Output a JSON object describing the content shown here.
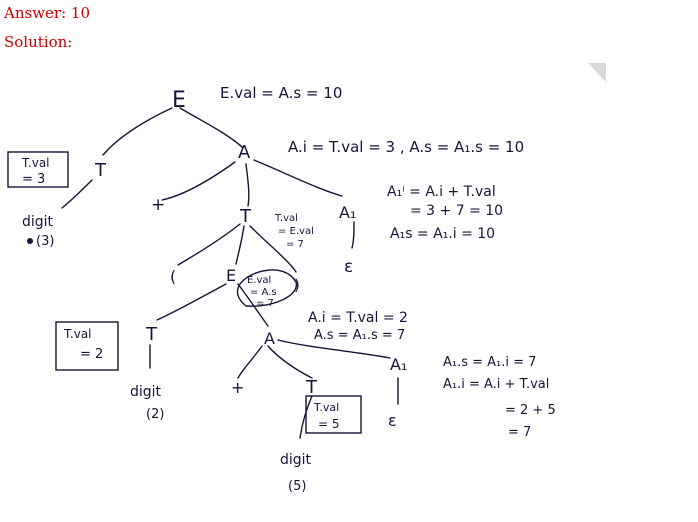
{
  "header": {
    "answer": "Answer: 10",
    "solution": "Solution:"
  },
  "tree": {
    "nodes": {
      "E_root": "E",
      "T_left": "T",
      "A_top": "A",
      "A1_top": "A₁",
      "plus_1": "+",
      "T_mid": "T",
      "eps_1": "ε",
      "digit_3": "digit",
      "digit_3_val": "(3)",
      "E_inner": "E",
      "T_low": "T",
      "A_low": "A",
      "plus_2": "+",
      "T_bottom": "T",
      "A1_low": "A₁",
      "eps_2": "ε",
      "digit_2": "digit",
      "digit_2_val": "(2)",
      "digit_5": "digit",
      "digit_5_val": "(5)",
      "paren_open": "(",
      "paren_close": ")"
    },
    "notes": {
      "root": "E.val = A.s = 10",
      "a_top": "A.i = T.val = 3 , A.s = A₁.s = 10",
      "a1_top_line1": "A₁ⁱ = A.i + T.val",
      "a1_top_line2": "= 3 + 7 = 10",
      "a1_top_line3": "A₁s = A₁.i = 10",
      "t_mid_line1": "T.val",
      "t_mid_line2": "= E.val",
      "t_mid_line3": "= 7",
      "e_inner_line1": "E.val",
      "e_inner_line2": "= A.s",
      "e_inner_line3": "= 7",
      "a_low_line1": "A.i = T.val = 2",
      "a_low_line2": "A.s = A₁.s = 7",
      "a1_low_line1": "A₁.s = A₁.i = 7",
      "a1_low_line2": "A₁.i = A.i + T.val",
      "a1_low_line3": "= 2 + 5",
      "a1_low_line4": "= 7",
      "box_left_line1": "T.val",
      "box_left_line2": "= 3",
      "box_low_left_line1": "T.val",
      "box_low_left_line2": "= 2",
      "box_bottom_line1": "T.val",
      "box_bottom_line2": "= 5"
    }
  }
}
